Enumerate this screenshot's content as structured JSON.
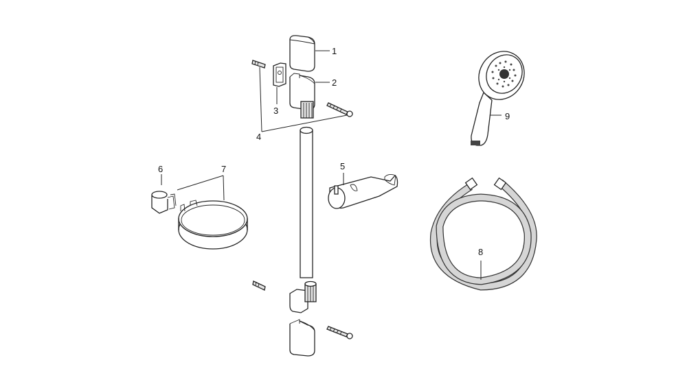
{
  "diagram": {
    "type": "exploded-parts-view",
    "subject": "shower rail set",
    "background": "#ffffff",
    "line_color": "#222222",
    "parts": [
      {
        "id": "1",
        "label": "1",
        "name": "top end cap"
      },
      {
        "id": "2",
        "label": "2",
        "name": "top wall bracket"
      },
      {
        "id": "3",
        "label": "3",
        "name": "wall mounting plate"
      },
      {
        "id": "4",
        "label": "4",
        "name": "wall plugs and screws"
      },
      {
        "id": "5",
        "label": "5",
        "name": "sliding shower holder"
      },
      {
        "id": "6",
        "label": "6",
        "name": "soap dish clip"
      },
      {
        "id": "7",
        "label": "7",
        "name": "soap dish ring"
      },
      {
        "id": "8",
        "label": "8",
        "name": "shower hose"
      },
      {
        "id": "9",
        "label": "9",
        "name": "hand shower"
      }
    ],
    "unlabeled_parts": [
      "shower rail",
      "bottom wall bracket",
      "bottom end cap",
      "lower wall plug",
      "lower screw"
    ]
  }
}
